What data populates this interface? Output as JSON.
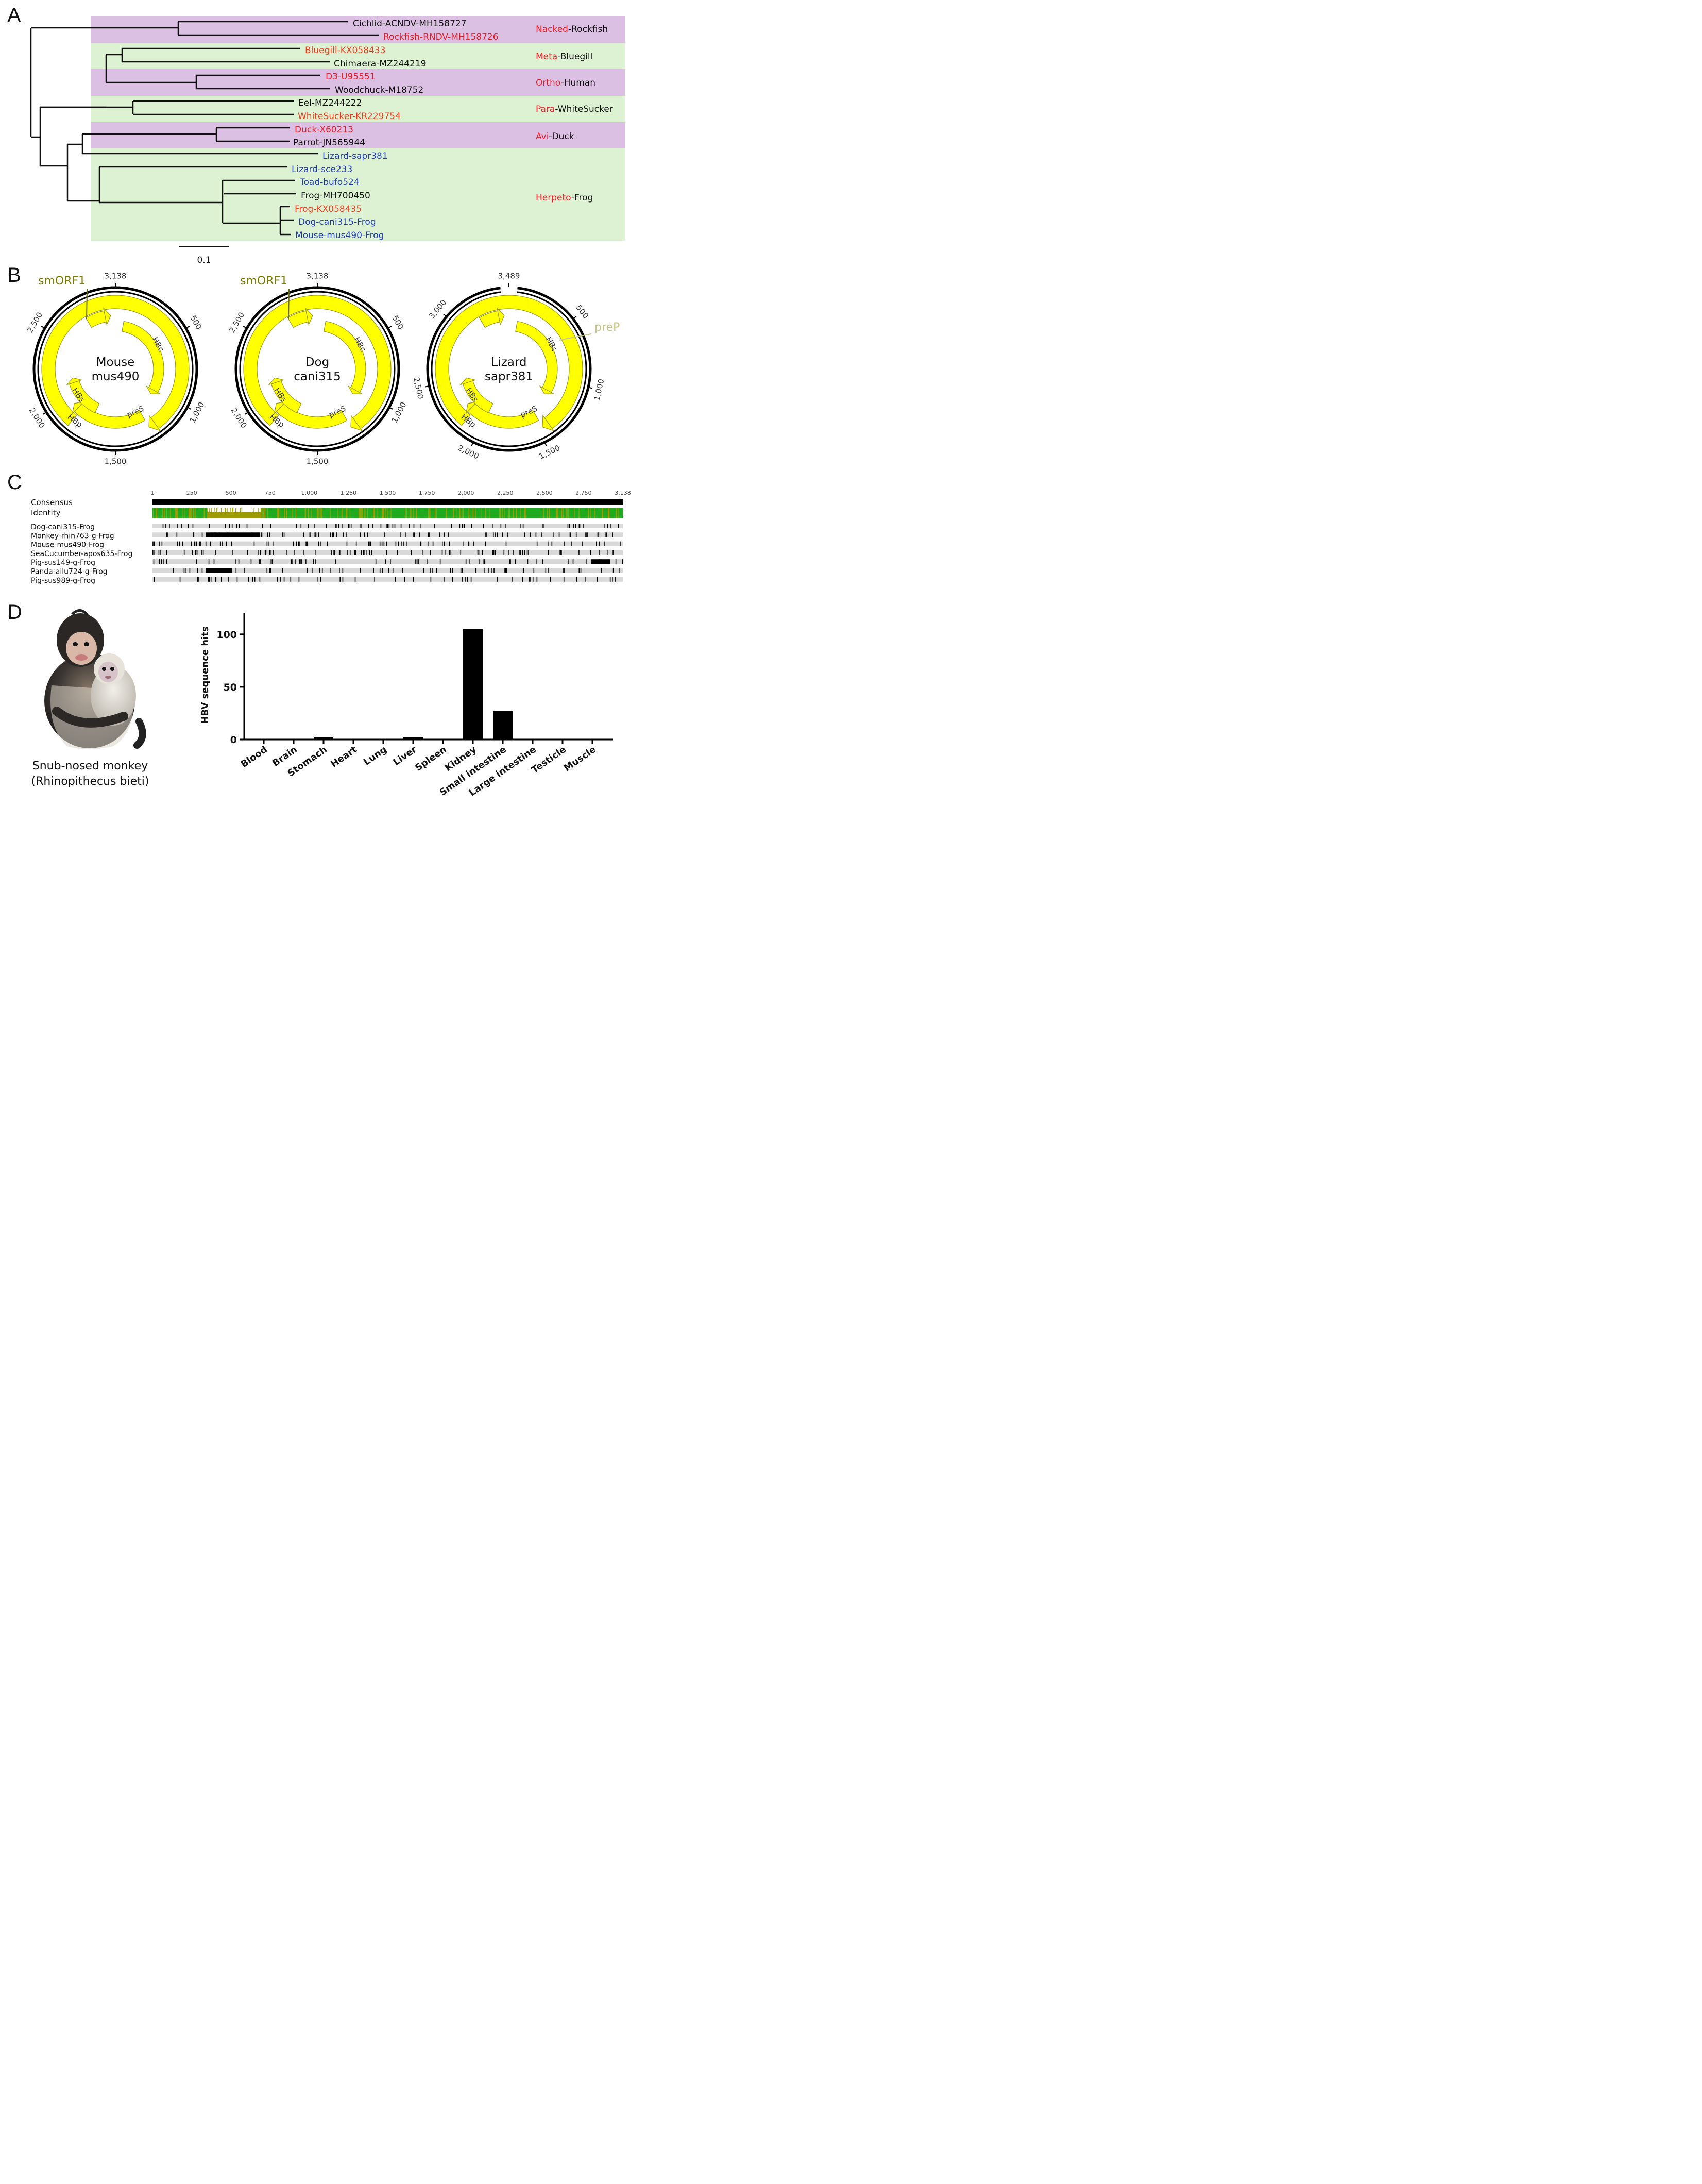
{
  "panels": {
    "a": "A",
    "b": "B",
    "c": "C",
    "d": "D"
  },
  "colors": {
    "purple_band": "#dcc0e4",
    "green_band": "#ddf2d2",
    "red_label": "#ee1c25",
    "orange_label": "#ee3b1c",
    "blue_label": "#1f3bb5",
    "olive_label": "#7a7a00",
    "plasmid_yellow": "#ffff00",
    "identity_green": "#1faa1f",
    "identity_olive": "#9c9c00"
  },
  "tree": {
    "scale_label": "0.1",
    "leaves": [
      {
        "name": "Cichlid-ACNDV-MH158727",
        "color": "black"
      },
      {
        "name": "Rockfish-RNDV-MH158726",
        "color": "red"
      },
      {
        "name": "Bluegill-KX058433",
        "color": "orange"
      },
      {
        "name": "Chimaera-MZ244219",
        "color": "black"
      },
      {
        "name": "D3-U95551",
        "color": "red"
      },
      {
        "name": "Woodchuck-M18752",
        "color": "black"
      },
      {
        "name": "Eel-MZ244222",
        "color": "black"
      },
      {
        "name": "WhiteSucker-KR229754",
        "color": "orange"
      },
      {
        "name": "Duck-X60213",
        "color": "red"
      },
      {
        "name": "Parrot-JN565944",
        "color": "black"
      },
      {
        "name": "Lizard-sapr381",
        "color": "blue"
      },
      {
        "name": "Lizard-sce233",
        "color": "blue"
      },
      {
        "name": "Toad-bufo524",
        "color": "blue"
      },
      {
        "name": "Frog-MH700450",
        "color": "black"
      },
      {
        "name": "Frog-KX058435",
        "color": "orange"
      },
      {
        "name": "Dog-cani315-Frog",
        "color": "blue"
      },
      {
        "name": "Mouse-mus490-Frog",
        "color": "blue"
      }
    ],
    "groups": [
      {
        "prefix": "Nacked",
        "suffix": "-Rockfish"
      },
      {
        "prefix": "Meta",
        "suffix": "-Bluegill"
      },
      {
        "prefix": "Ortho",
        "suffix": "-Human"
      },
      {
        "prefix": "Para",
        "suffix": "-WhiteSucker"
      },
      {
        "prefix": "Avi",
        "suffix": "-Duck"
      },
      {
        "prefix": "Herpeto",
        "suffix": "-Frog"
      }
    ]
  },
  "plasmids": [
    {
      "name_line1": "Mouse",
      "name_line2": "mus490",
      "callout": "smORF1",
      "ticks": [
        "3,138",
        "500",
        "1,000",
        "1,500",
        "2,000",
        "2,500"
      ],
      "features": [
        "HBc",
        "preS",
        "HBs",
        "HBp"
      ]
    },
    {
      "name_line1": "Dog",
      "name_line2": "cani315",
      "callout": "smORF1",
      "ticks": [
        "3,138",
        "500",
        "1,000",
        "1,500",
        "2,000",
        "2,500"
      ],
      "features": [
        "HBc",
        "preS",
        "HBs",
        "HBp"
      ]
    },
    {
      "name_line1": "Lizard",
      "name_line2": "sapr381",
      "callout": "preP",
      "ticks": [
        "3,489",
        "500",
        "1,000",
        "1,500",
        "2,000",
        "2,500",
        "3,000"
      ],
      "features": [
        "HBc",
        "preS",
        "HBs",
        "HBp"
      ]
    }
  ],
  "alignment": {
    "axis_ticks": [
      "1",
      "250",
      "500",
      "750",
      "1,000",
      "1,250",
      "1,500",
      "1,750",
      "2,000",
      "2,250",
      "2,500",
      "2,750",
      "3,138"
    ],
    "consensus_label": "Consensus",
    "identity_label": "Identity",
    "sequences": [
      "Dog-cani315-Frog",
      "Monkey-rhin763-g-Frog",
      "Mouse-mus490-Frog",
      "SeaCucumber-apos635-Frog",
      "Pig-sus149-g-Frog",
      "Panda-ailu724-g-Frog",
      "Pig-sus989-g-Frog"
    ]
  },
  "monkey": {
    "caption_line1": "Snub-nosed monkey",
    "caption_line2": "(Rhinopithecus bieti)"
  },
  "chart_data": {
    "type": "bar",
    "categories": [
      "Blood",
      "Brain",
      "Stomach",
      "Heart",
      "Lung",
      "Liver",
      "Spleen",
      "Kidney",
      "Small intestine",
      "Large intestine",
      "Testicle",
      "Muscle"
    ],
    "values": [
      0,
      0,
      2,
      0,
      0,
      2,
      0,
      105,
      27,
      0,
      0,
      0
    ],
    "ylabel": "HBV sequence hits",
    "yticks": [
      "0",
      "50",
      "100"
    ],
    "ylim": [
      0,
      120
    ]
  }
}
